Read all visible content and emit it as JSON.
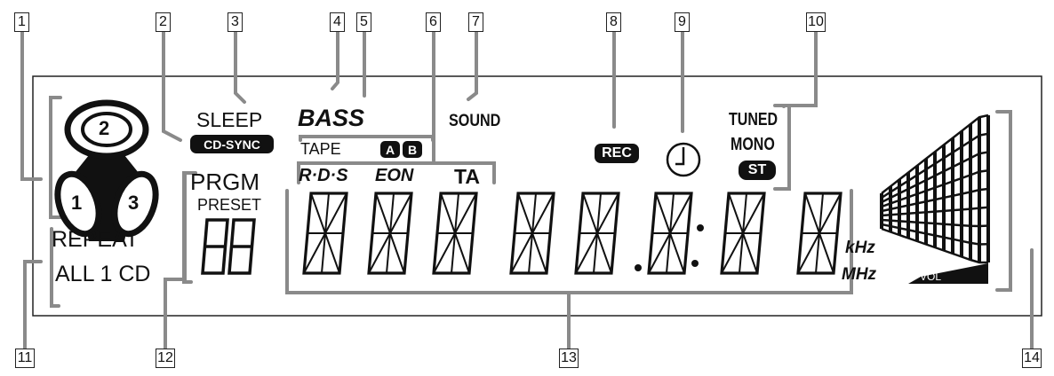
{
  "callouts": [
    "1",
    "2",
    "3",
    "4",
    "5",
    "6",
    "7",
    "8",
    "9",
    "10",
    "11",
    "12",
    "13",
    "14"
  ],
  "labels": {
    "sleep": "SLEEP",
    "cd_sync": "CD-SYNC",
    "bass": "BASS",
    "tape": "TAPE",
    "tape_a": "A",
    "tape_b": "B",
    "rds": "R·D·S",
    "eon": "EON",
    "ta": "TA",
    "sound": "SOUND",
    "rec": "REC",
    "tuned": "TUNED",
    "mono": "MONO",
    "st": "ST",
    "prgm": "PRGM",
    "preset": "PRESET",
    "repeat": "REPEAT",
    "all_1_cd": "ALL 1 CD",
    "khz": "kHz",
    "mhz": "MHz",
    "vol": "VOL",
    "disc_1": "1",
    "disc_2": "2",
    "disc_3": "3"
  },
  "colors": {
    "line": "#8a8a8a",
    "ink": "#111111",
    "panel_border": "#222222"
  }
}
